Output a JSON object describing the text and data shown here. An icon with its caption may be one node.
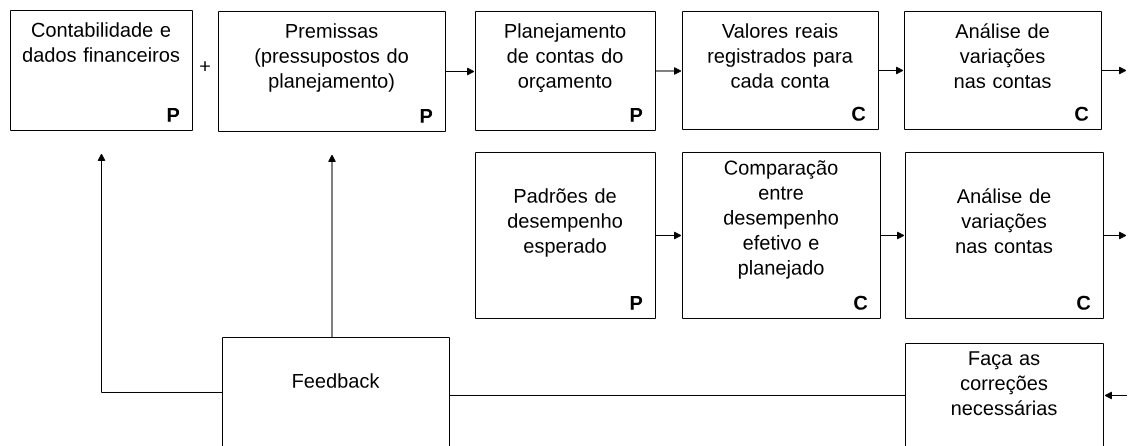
{
  "diagram": {
    "nodes": [
      {
        "text": [
          "Contabilidade e dados financeiros",
          "P"
        ]
      },
      {
        "text": [
          "Premissas (pressupostos do planejamento)",
          "P"
        ]
      },
      {
        "text": [
          "Planejamento de contas do orçamento",
          "P"
        ]
      },
      {
        "text": [
          "Valores reais registrados para cada conta",
          "C"
        ]
      },
      {
        "text": [
          "Análise de variações nas contas",
          "C"
        ]
      },
      {
        "text": [
          "Padrões de desempenho esperado",
          "P"
        ]
      },
      {
        "text": [
          "Comparação entre desempenho efetivo e planejado",
          "C"
        ]
      },
      {
        "text": [
          "Análise de variações nas contas",
          "C"
        ]
      },
      {
        "text": [
          "Feedback"
        ]
      },
      {
        "text": [
          "Faça as correções necessárias"
        ]
      }
    ],
    "edges": [
      {
        "from": 1,
        "to": 2,
        "arrow": "to"
      },
      {
        "from": 2,
        "to": 3,
        "arrow": "to"
      },
      {
        "from": 3,
        "to": 4,
        "arrow": "to"
      },
      {
        "from": 4,
        "to": null,
        "arrow": "to"
      },
      {
        "from": 5,
        "to": 6,
        "arrow": "to"
      },
      {
        "from": 6,
        "to": 7,
        "arrow": "to"
      },
      {
        "from": 7,
        "to": null,
        "arrow": "to"
      },
      {
        "from": null,
        "to": 9,
        "arrow": "to"
      },
      {
        "from": 9,
        "to": 8,
        "arrow": "none"
      },
      {
        "from": 8,
        "to": 0,
        "arrow": "to"
      },
      {
        "from": 8,
        "to": 1,
        "arrow": "to"
      }
    ],
    "labels": [
      "+"
    ]
  }
}
